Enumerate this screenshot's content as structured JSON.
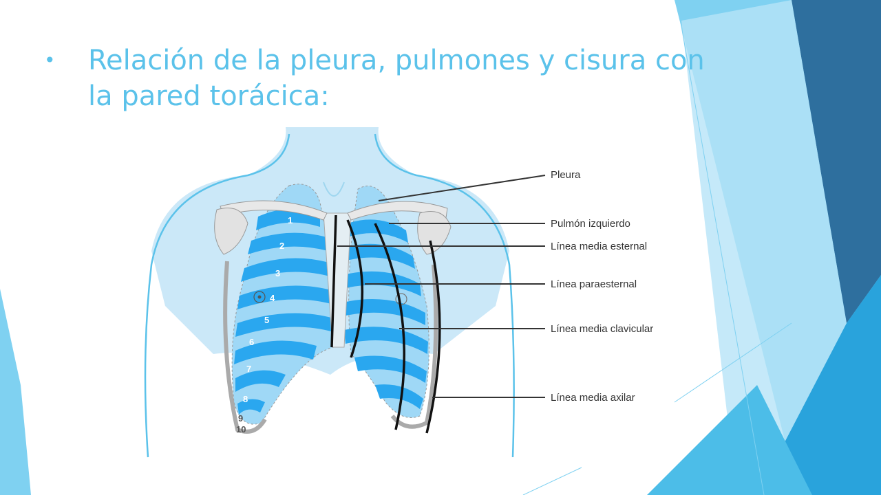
{
  "slide": {
    "bullet": "•",
    "title": "Relación de la pleura, pulmones y cisura con la pared torácica:"
  },
  "figure": {
    "labels": [
      "Pleura",
      "Pulmón izquierdo",
      "Línea media esternal",
      "Línea paraesternal",
      "Línea media clavicular",
      "Línea media axilar"
    ],
    "rib_numbers": [
      "1",
      "2",
      "3",
      "4",
      "5",
      "6",
      "7",
      "8",
      "9",
      "10"
    ]
  },
  "colors": {
    "title": "#5bc2ea",
    "lung_blue": "#2aa7ef",
    "light_blue": "#cbe8f8",
    "deco_dark": "#2e6f9e",
    "deco_mid": "#29a3dc",
    "deco_light": "#7fd1f1"
  }
}
